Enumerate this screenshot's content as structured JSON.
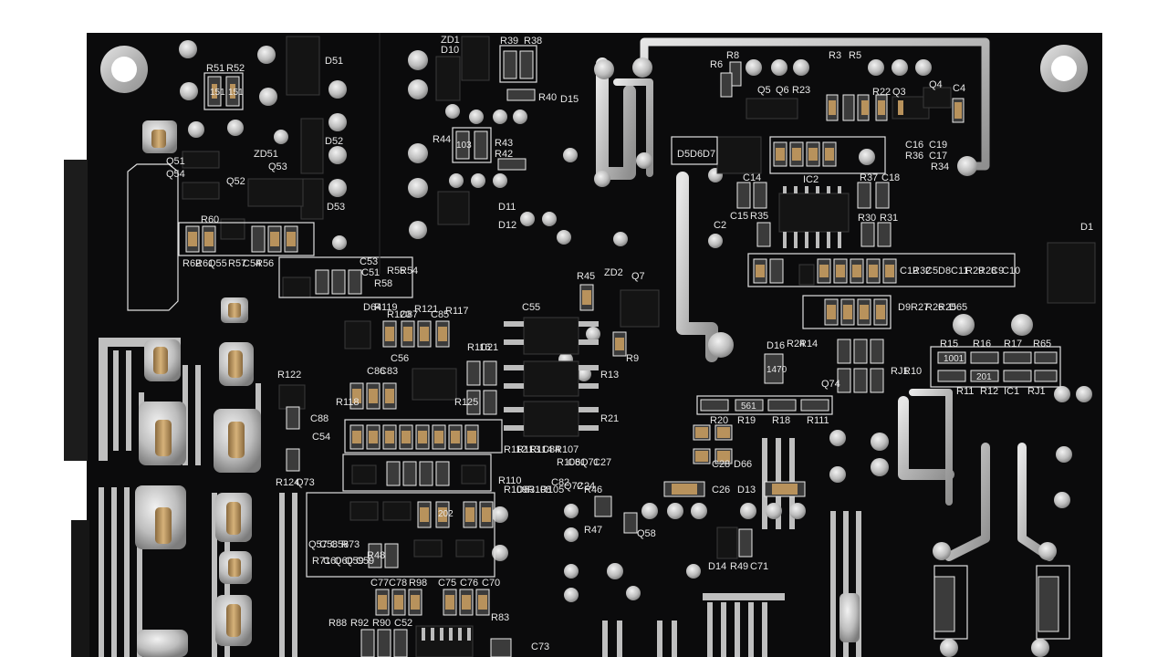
{
  "colors": {
    "background": "#ffffff",
    "board": "#0b0b0c",
    "board_edge": "#1a1a1a",
    "solder": "#c9c9c9",
    "silkscreen": "#e8e8e8",
    "component": "#151515",
    "resistor_body": "#3a3a3a",
    "capacitor_body": "#b8925c"
  },
  "silkscreen_labels": [
    {
      "id": "ZD1",
      "text": "ZD1"
    },
    {
      "id": "D10",
      "text": "D10"
    },
    {
      "id": "R39",
      "text": "R39"
    },
    {
      "id": "R38",
      "text": "R38"
    },
    {
      "id": "R51",
      "text": "R51"
    },
    {
      "id": "R52",
      "text": "R52"
    },
    {
      "id": "D51",
      "text": "D51"
    },
    {
      "id": "R40",
      "text": "R40"
    },
    {
      "id": "D15",
      "text": "D15"
    },
    {
      "id": "R8",
      "text": "R8"
    },
    {
      "id": "R6",
      "text": "R6"
    },
    {
      "id": "R3",
      "text": "R3"
    },
    {
      "id": "R5",
      "text": "R5"
    },
    {
      "id": "Q5",
      "text": "Q5"
    },
    {
      "id": "Q6",
      "text": "Q6"
    },
    {
      "id": "R23",
      "text": "R23"
    },
    {
      "id": "R22",
      "text": "R22"
    },
    {
      "id": "Q3",
      "text": "Q3"
    },
    {
      "id": "Q4",
      "text": "Q4"
    },
    {
      "id": "C4",
      "text": "C4"
    },
    {
      "id": "R44",
      "text": "R44"
    },
    {
      "id": "R43",
      "text": "R43"
    },
    {
      "id": "R42",
      "text": "R42"
    },
    {
      "id": "D52",
      "text": "D52"
    },
    {
      "id": "Q51",
      "text": "Q51"
    },
    {
      "id": "Q54",
      "text": "Q54"
    },
    {
      "id": "ZD51",
      "text": "ZD51"
    },
    {
      "id": "Q53",
      "text": "Q53"
    },
    {
      "id": "Q52",
      "text": "Q52"
    },
    {
      "id": "D53",
      "text": "D53"
    },
    {
      "id": "D11",
      "text": "D11"
    },
    {
      "id": "D12",
      "text": "D12"
    },
    {
      "id": "R60",
      "text": "R60"
    },
    {
      "id": "D5",
      "text": "D5"
    },
    {
      "id": "D6",
      "text": "D6"
    },
    {
      "id": "D7",
      "text": "D7"
    },
    {
      "id": "C14",
      "text": "C14"
    },
    {
      "id": "IC2",
      "text": "IC2"
    },
    {
      "id": "R37",
      "text": "R37"
    },
    {
      "id": "C18",
      "text": "C18"
    },
    {
      "id": "C16",
      "text": "C16"
    },
    {
      "id": "R36",
      "text": "R36"
    },
    {
      "id": "C19",
      "text": "C19"
    },
    {
      "id": "C17",
      "text": "C17"
    },
    {
      "id": "R34",
      "text": "R34"
    },
    {
      "id": "C15",
      "text": "C15"
    },
    {
      "id": "R35",
      "text": "R35"
    },
    {
      "id": "R30",
      "text": "R30"
    },
    {
      "id": "R31",
      "text": "R31"
    },
    {
      "id": "C2",
      "text": "C2"
    },
    {
      "id": "D1",
      "text": "D1"
    },
    {
      "id": "C53",
      "text": "C53"
    },
    {
      "id": "C51",
      "text": "C51"
    },
    {
      "id": "R58",
      "text": "R58"
    },
    {
      "id": "R55",
      "text": "R55"
    },
    {
      "id": "R54",
      "text": "R54"
    },
    {
      "id": "R62",
      "text": "R62"
    },
    {
      "id": "R61",
      "text": "R61"
    },
    {
      "id": "Q55",
      "text": "Q55"
    },
    {
      "id": "R57",
      "text": "R57"
    },
    {
      "id": "C54",
      "text": "C54"
    },
    {
      "id": "R56",
      "text": "R56"
    },
    {
      "id": "R45",
      "text": "R45"
    },
    {
      "id": "ZD2",
      "text": "ZD2"
    },
    {
      "id": "Q7",
      "text": "Q7"
    },
    {
      "id": "C55",
      "text": "C55"
    },
    {
      "id": "C12",
      "text": "C12"
    },
    {
      "id": "R32",
      "text": "R32"
    },
    {
      "id": "C5",
      "text": "C5"
    },
    {
      "id": "D8",
      "text": "D8"
    },
    {
      "id": "C11",
      "text": "C11"
    },
    {
      "id": "R29",
      "text": "R29"
    },
    {
      "id": "R28",
      "text": "R28"
    },
    {
      "id": "C9",
      "text": "C9"
    },
    {
      "id": "C10",
      "text": "C10"
    },
    {
      "id": "D9",
      "text": "D9"
    },
    {
      "id": "R27",
      "text": "R27"
    },
    {
      "id": "R26",
      "text": "R26"
    },
    {
      "id": "R25",
      "text": "R25"
    },
    {
      "id": "D65",
      "text": "D65"
    },
    {
      "id": "D64",
      "text": "D64"
    },
    {
      "id": "R119",
      "text": "R119"
    },
    {
      "id": "R120",
      "text": "R120"
    },
    {
      "id": "C87",
      "text": "C87"
    },
    {
      "id": "R121",
      "text": "R121"
    },
    {
      "id": "C85",
      "text": "C85"
    },
    {
      "id": "R117",
      "text": "R117"
    },
    {
      "id": "R116",
      "text": "R116"
    },
    {
      "id": "C21",
      "text": "C21"
    },
    {
      "id": "R9",
      "text": "R9"
    },
    {
      "id": "D16",
      "text": "D16"
    },
    {
      "id": "R24",
      "text": "R24"
    },
    {
      "id": "R14",
      "text": "R14"
    },
    {
      "id": "R15",
      "text": "R15"
    },
    {
      "id": "R16",
      "text": "R16"
    },
    {
      "id": "R17",
      "text": "R17"
    },
    {
      "id": "R65",
      "text": "R65"
    },
    {
      "id": "C86",
      "text": "C86"
    },
    {
      "id": "C83",
      "text": "C83"
    },
    {
      "id": "C56",
      "text": "C56"
    },
    {
      "id": "R13",
      "text": "R13"
    },
    {
      "id": "RJ1",
      "text": "RJ1"
    },
    {
      "id": "R10",
      "text": "R10"
    },
    {
      "id": "R11",
      "text": "R11"
    },
    {
      "id": "R12",
      "text": "R12"
    },
    {
      "id": "IC1",
      "text": "IC1"
    },
    {
      "id": "Q74",
      "text": "Q74"
    },
    {
      "id": "R122",
      "text": "R122"
    },
    {
      "id": "R118",
      "text": "R118"
    },
    {
      "id": "R125",
      "text": "R125"
    },
    {
      "id": "C88",
      "text": "C88"
    },
    {
      "id": "C54b",
      "text": "C54"
    },
    {
      "id": "R21",
      "text": "R21"
    },
    {
      "id": "R20",
      "text": "R20"
    },
    {
      "id": "R19",
      "text": "R19"
    },
    {
      "id": "R18",
      "text": "R18"
    },
    {
      "id": "R111",
      "text": "R111"
    },
    {
      "id": "R112",
      "text": "R112"
    },
    {
      "id": "R113",
      "text": "R113"
    },
    {
      "id": "R114",
      "text": "R114"
    },
    {
      "id": "C84",
      "text": "C84"
    },
    {
      "id": "R107",
      "text": "R107"
    },
    {
      "id": "R106",
      "text": "R106"
    },
    {
      "id": "C81",
      "text": "C81"
    },
    {
      "id": "Q71",
      "text": "Q71"
    },
    {
      "id": "C27",
      "text": "C27"
    },
    {
      "id": "C28",
      "text": "C28"
    },
    {
      "id": "D66",
      "text": "D66"
    },
    {
      "id": "R124",
      "text": "R124"
    },
    {
      "id": "Q73",
      "text": "Q73"
    },
    {
      "id": "R110",
      "text": "R110"
    },
    {
      "id": "R109",
      "text": "R109"
    },
    {
      "id": "D63",
      "text": "D63"
    },
    {
      "id": "R108",
      "text": "R108"
    },
    {
      "id": "R105",
      "text": "R105"
    },
    {
      "id": "C82",
      "text": "C82"
    },
    {
      "id": "Q72",
      "text": "Q72"
    },
    {
      "id": "C24",
      "text": "C24"
    },
    {
      "id": "C26",
      "text": "C26"
    },
    {
      "id": "D13",
      "text": "D13"
    },
    {
      "id": "R46",
      "text": "R46"
    },
    {
      "id": "R47",
      "text": "R47"
    },
    {
      "id": "Q58",
      "text": "Q58"
    },
    {
      "id": "Q57",
      "text": "Q57"
    },
    {
      "id": "C58",
      "text": "C58"
    },
    {
      "id": "C56b",
      "text": "C56"
    },
    {
      "id": "R73",
      "text": "R73"
    },
    {
      "id": "R71",
      "text": "R71"
    },
    {
      "id": "C60",
      "text": "C60"
    },
    {
      "id": "Q60",
      "text": "Q60"
    },
    {
      "id": "Q59",
      "text": "Q59"
    },
    {
      "id": "C59",
      "text": "C59"
    },
    {
      "id": "R48",
      "text": "R48"
    },
    {
      "id": "D14",
      "text": "D14"
    },
    {
      "id": "R49",
      "text": "R49"
    },
    {
      "id": "C71",
      "text": "C71"
    },
    {
      "id": "C77",
      "text": "C77"
    },
    {
      "id": "C78",
      "text": "C78"
    },
    {
      "id": "R98",
      "text": "R98"
    },
    {
      "id": "C75",
      "text": "C75"
    },
    {
      "id": "C76",
      "text": "C76"
    },
    {
      "id": "C70",
      "text": "C70"
    },
    {
      "id": "R88",
      "text": "R88"
    },
    {
      "id": "R92",
      "text": "R92"
    },
    {
      "id": "R90",
      "text": "R90"
    },
    {
      "id": "C52",
      "text": "C52"
    },
    {
      "id": "R83",
      "text": "R83"
    },
    {
      "id": "C73",
      "text": "C73"
    }
  ],
  "part_markings": [
    "151",
    "151",
    "103",
    "202",
    "1470",
    "1001",
    "561",
    "201"
  ]
}
